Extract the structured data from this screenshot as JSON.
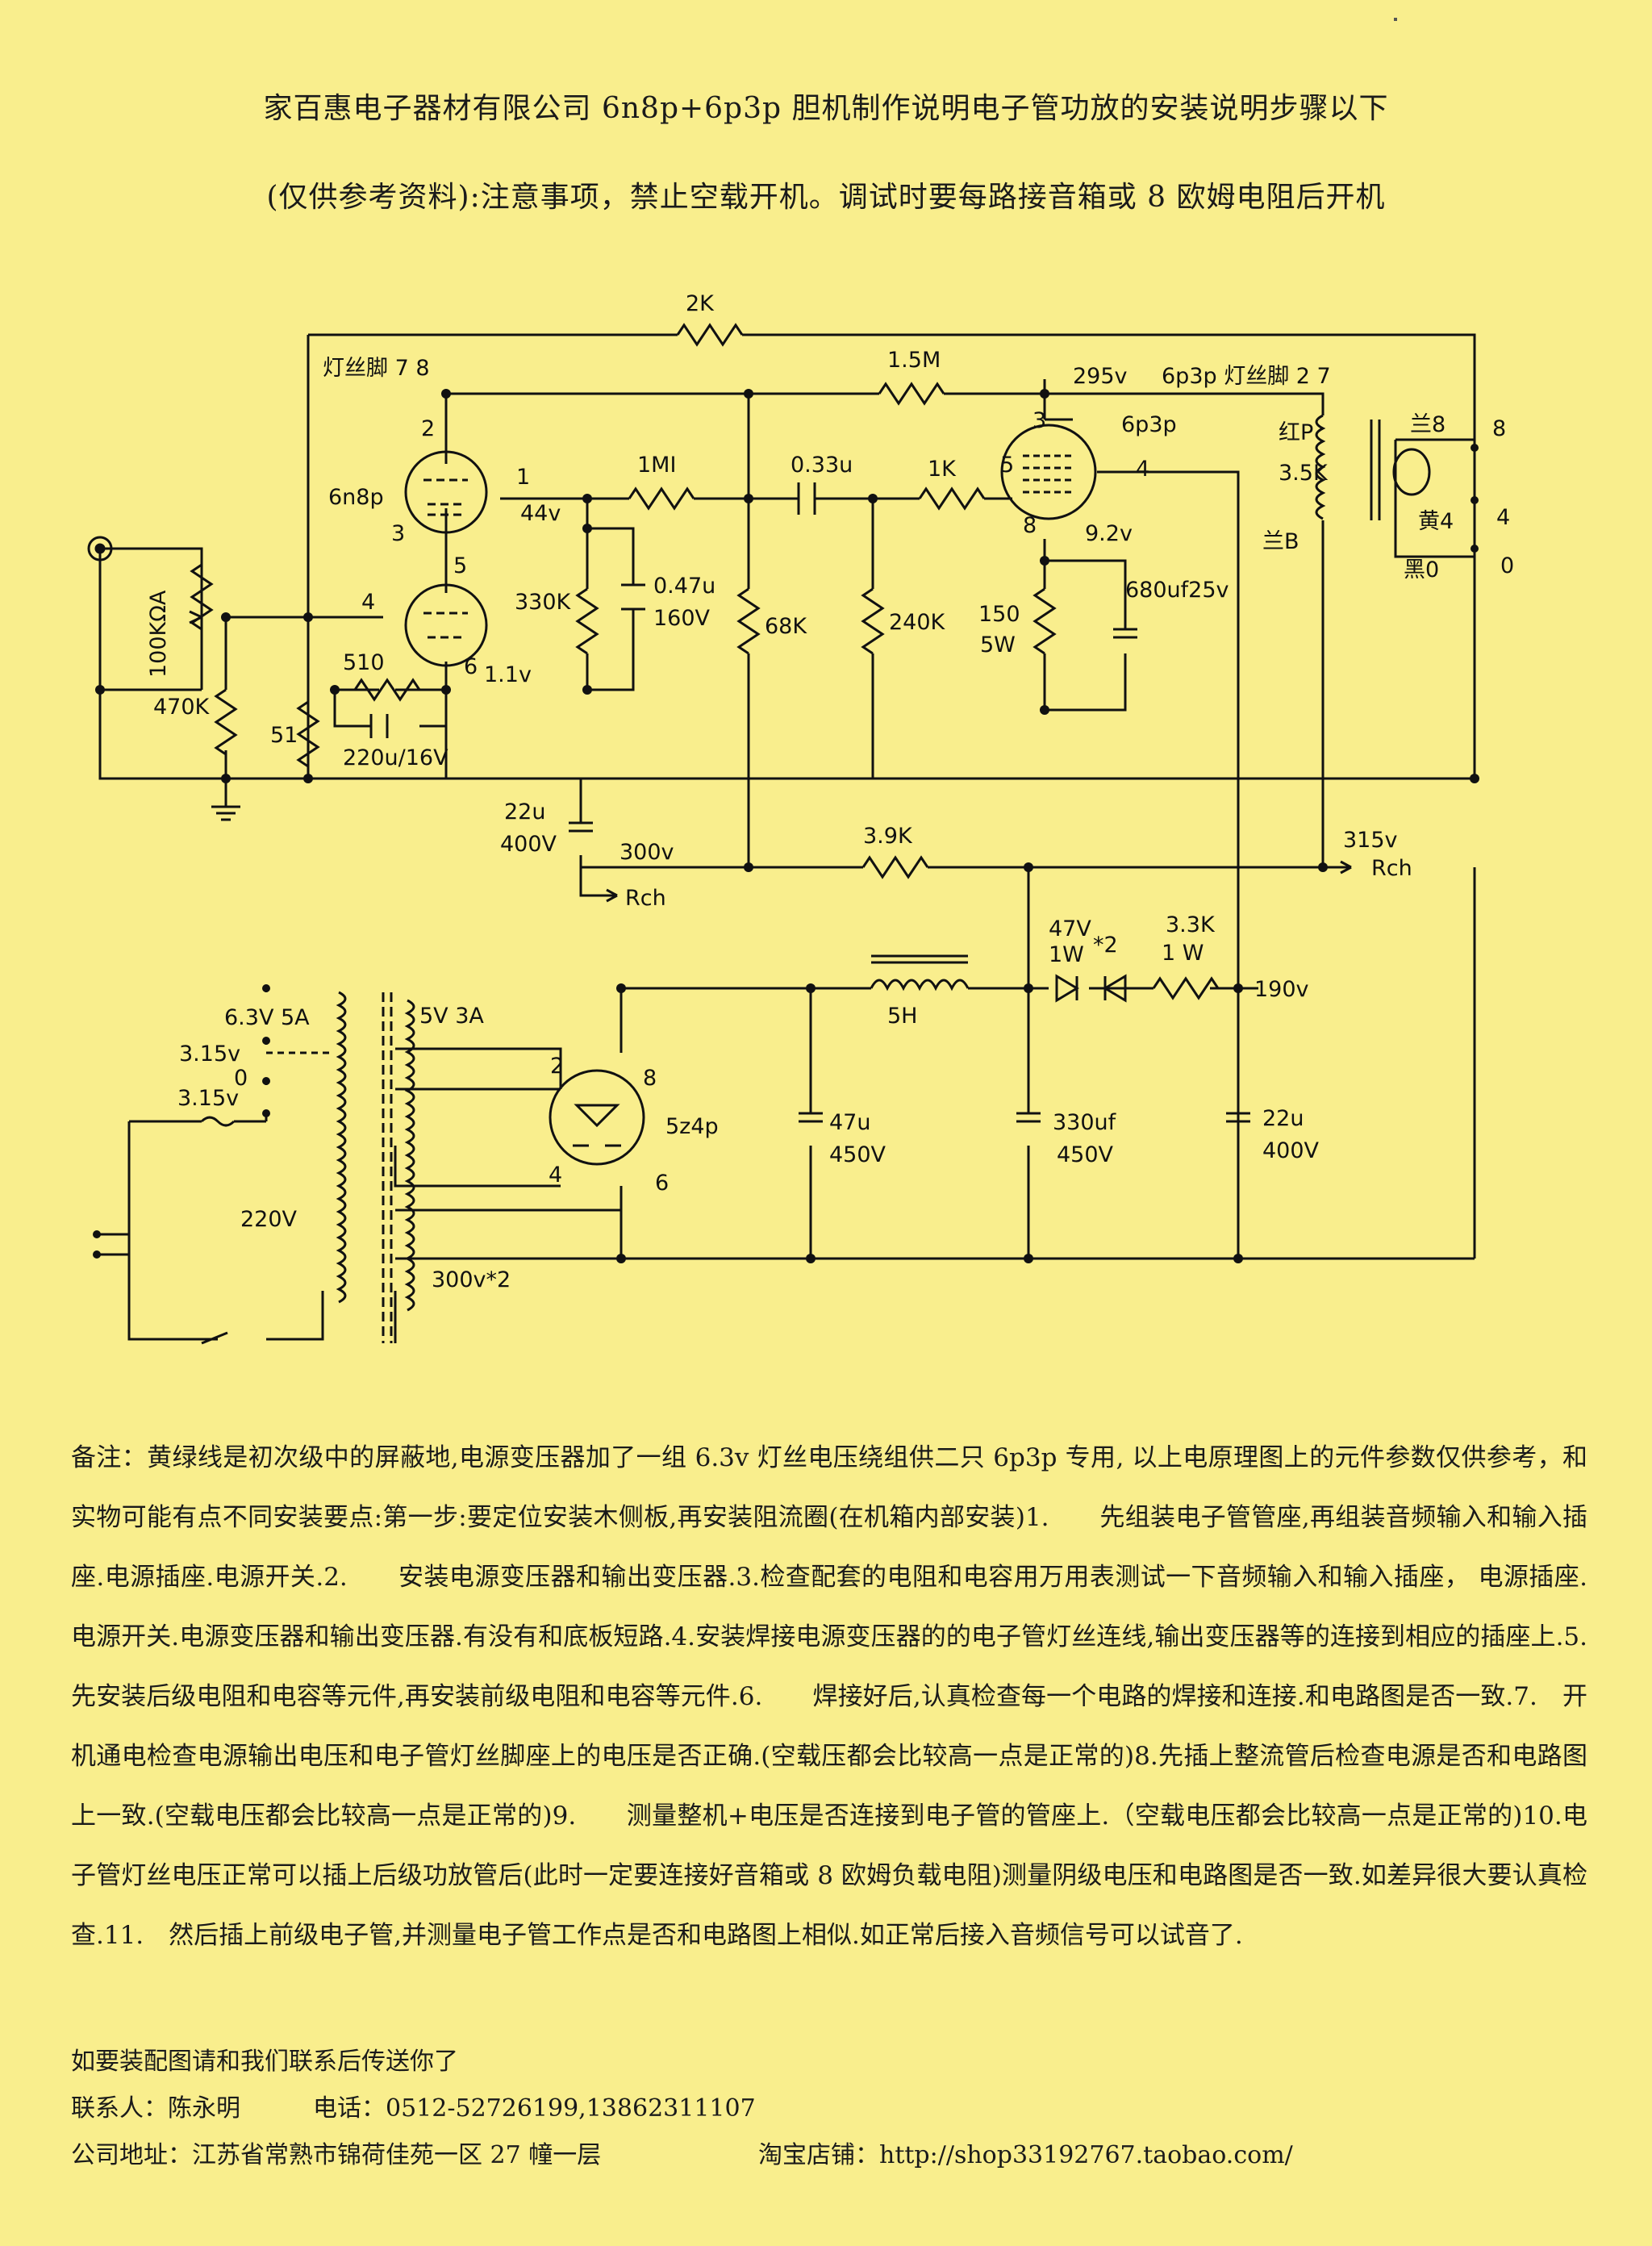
{
  "header": {
    "line1": "家百惠电子器材有限公司 6n8p+6p3p 胆机制作说明电子管功放的安装说明步骤以下",
    "line2": "(仅供参考资料):注意事项，禁止空载开机。调试时要每路接音箱或 8 欧姆电阻后开机"
  },
  "schematic": {
    "labels": {
      "r_2k": "2K",
      "filament_left": "灯丝脚 7  8",
      "r_1_5m": "1.5M",
      "v295": "295v",
      "filament_right": "6p3p 灯丝脚 2  7",
      "tube_6p3p": "6p3p",
      "tube_6n8p": "6n8p",
      "r_1m": "1MI",
      "c_033": "0.33u",
      "r_1k": "1K",
      "v44": "44v",
      "r_330k": "330K",
      "c_047": "0.47u",
      "c_047v": "160V",
      "r_68k": "68K",
      "r_240k": "240K",
      "r_150": "150",
      "r_150w": "5W",
      "v92": "9.2v",
      "c_680": "680uf25v",
      "pot": "100KΩA",
      "r_470k": "470K",
      "r_510": "510",
      "v11": "1.1v",
      "r_51": "51",
      "c_220": "220u/16V",
      "c_22_top": "22u",
      "c_22_topv": "400V",
      "v300": "300v",
      "rch": "Rch",
      "r_39k": "3.9K",
      "v315": "315v",
      "rch2": "Rch",
      "ot_red": "红P",
      "ot_35k": "3.5K",
      "ot_blue_b": "兰B",
      "ot_blue8": "兰8",
      "ot_yellow4": "黄4",
      "ot_black0": "黑0",
      "term8": "8",
      "term4": "4",
      "term0": "0",
      "pin1": "1",
      "pin2": "2",
      "pin3": "3",
      "pin4": "4",
      "pin5": "5",
      "pin6": "6",
      "p3_pin3": "3",
      "p3_pin4": "4",
      "p3_pin5": "5",
      "p3_pin8": "8",
      "tx_63": "6.3V  5A",
      "tx_315a": "3.15v",
      "tx_0": "0",
      "tx_315b": "3.15v",
      "tx_5v": "5V 3A",
      "tx_220": "220V",
      "tx_300": "300v*2",
      "rect": "5z4p",
      "rect_pin2": "2",
      "rect_pin8": "8",
      "rect_pin4": "4",
      "rect_pin6": "6",
      "choke": "5H",
      "d_47": "47V",
      "d_1w": "1W",
      "d_x2": "*2",
      "r_33k": "3.3K",
      "r_33kw": "1 W",
      "v190": "190v",
      "c_47": "47u",
      "c_47v": "450V",
      "c_330": "330uf",
      "c_330v": "450V",
      "c_22b": "22u",
      "c_22bv": "400V"
    }
  },
  "notes": {
    "text": "备注：黄绿线是初次级中的屏蔽地,电源变压器加了一组 6.3v 灯丝电压绕组供二只 6p3p 专用, 以上电原理图上的元件参数仅供参考，和实物可能有点不同安装要点:第一步:要定位安装木侧板,再安装阻流圈(在机箱内部安装)1.　　先组装电子管管座,再组装音频输入和输入插座.电源插座.电源开关.2.　　安装电源变压器和输出变压器.3.检查配套的电阻和电容用万用表测试一下音频输入和输入插座， 电源插座.电源开关.电源变压器和输出变压器.有没有和底板短路.4.安装焊接电源变压器的的电子管灯丝连线,输出变压器等的连接到相应的插座上.5.　先安装后级电阻和电容等元件,再安装前级电阻和电容等元件.6.　　焊接好后,认真检查每一个电路的焊接和连接.和电路图是否一致.7.　开机通电检查电源输出电压和电子管灯丝脚座上的电压是否正确.(空载压都会比较高一点是正常的)8.先插上整流管后检查电源是否和电路图上一致.(空载电压都会比较高一点是正常的)9.　　测量整机+电压是否连接到电子管的管座上.（空载电压都会比较高一点是正常的)10.电子管灯丝电压正常可以插上后级功放管后(此时一定要连接好音箱或 8 欧姆负载电阻)测量阴级电压和电路图是否一致.如差异很大要认真检查.11.　然后插上前级电子管,并测量电子管工作点是否和电路图上相似.如正常后接入音频信号可以试音了."
  },
  "contact": {
    "line1": "如要装配图请和我们联系后传送你了",
    "line2": "联系人：陈永明　　　电话：0512-52726199,13862311107",
    "address": "公司地址：江苏省常熟市锦荷佳苑一区 27 幢一层",
    "shop": "淘宝店铺：http://shop33192767.taobao.com/"
  }
}
